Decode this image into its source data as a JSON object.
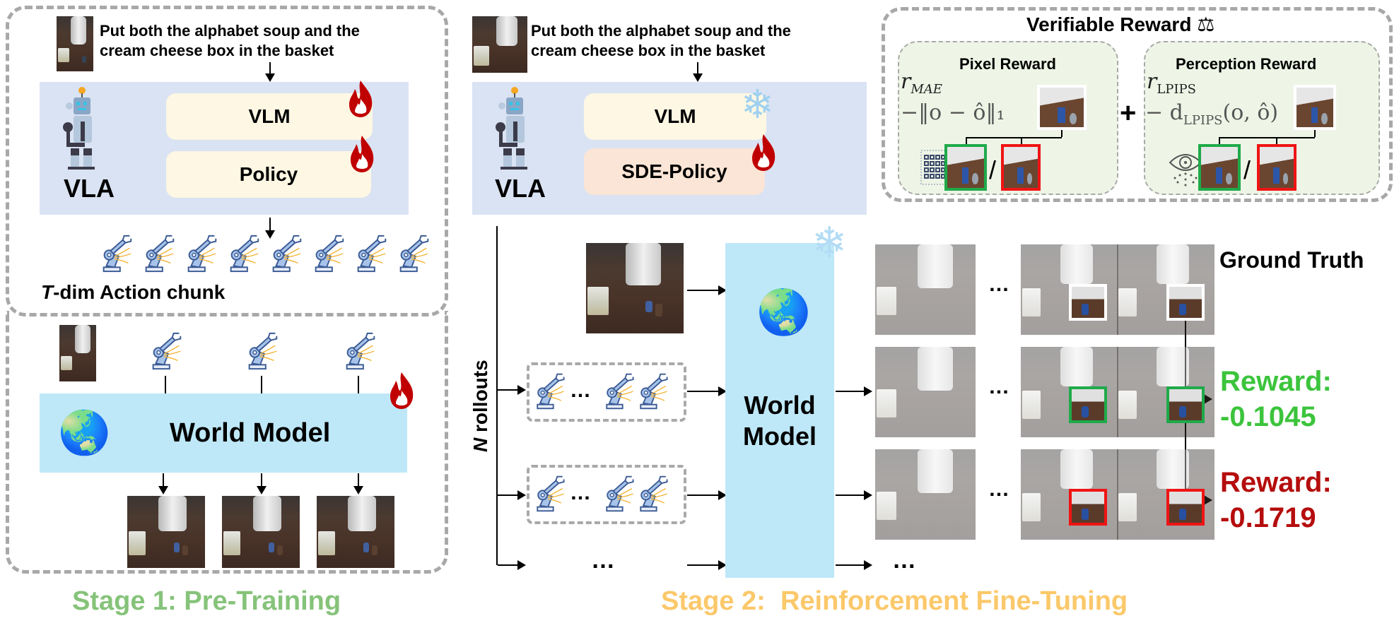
{
  "stage1": {
    "caption": "Stage 1: Pre-Training",
    "caption_color": "#86c37a",
    "instruction_line1": "Put both the alphabet soup and the",
    "instruction_line2": "cream cheese box in the basket",
    "vla_label": "VLA",
    "vlm_label": "VLM",
    "policy_label": "Policy",
    "vlm_state_icon": "flame-icon",
    "policy_state_icon": "flame-icon",
    "action_chunk_prefix": "T",
    "action_chunk_label": "-dim Action chunk",
    "action_count": 8,
    "world_model_label": "World Model",
    "world_model_state_icon": "flame-icon",
    "predicted_frames": 3
  },
  "stage2": {
    "caption": "Stage 2:  Reinforcement Fine-Tuning",
    "caption_color": "#fbc86a",
    "instruction_line1": "Put both the alphabet soup and the",
    "instruction_line2": "cream cheese box in the basket",
    "vla_label": "VLA",
    "vlm_label": "VLM",
    "policy_label": "SDE-Policy",
    "vlm_state_icon": "snowflake-icon",
    "policy_state_icon": "flame-icon",
    "rollouts_prefix": "N",
    "rollouts_label": " rollouts",
    "world_model_line1": "World",
    "world_model_line2": "Model",
    "world_model_state_icon": "snowflake-icon",
    "ellipsis": "…",
    "ground_truth_label": "Ground Truth",
    "rewards": [
      {
        "label": "Reward:",
        "value": "-0.1045",
        "color": "#3cc43c"
      },
      {
        "label": "Reward:",
        "value": "-0.1719",
        "color": "#b50d0d"
      }
    ]
  },
  "verifiable_reward": {
    "title": "Verifiable Reward",
    "title_icon": "balance-scale-icon",
    "plus": "+",
    "pixel": {
      "title": "Pixel Reward",
      "symbol": "r",
      "subscript": "MAE",
      "formula": "−‖o − ô‖₁",
      "icon": "pixel-grid-icon"
    },
    "perception": {
      "title": "Perception Reward",
      "symbol": "r",
      "subscript": "LPIPS",
      "formula_prefix": "− d",
      "formula_sub": "LPIPS",
      "formula_suffix": "(o, ô)",
      "icon": "eye-icon"
    },
    "separator": "/"
  },
  "colors": {
    "vla_bg": "#dae3f3",
    "vlm_bg": "#fdf7e3",
    "sde_policy_bg": "#fbe5d6",
    "world_model_bg": "#bee8f8",
    "reward_panel_bg": "#eef5e6",
    "good_border": "#1faa4a",
    "bad_border": "#f01414"
  }
}
